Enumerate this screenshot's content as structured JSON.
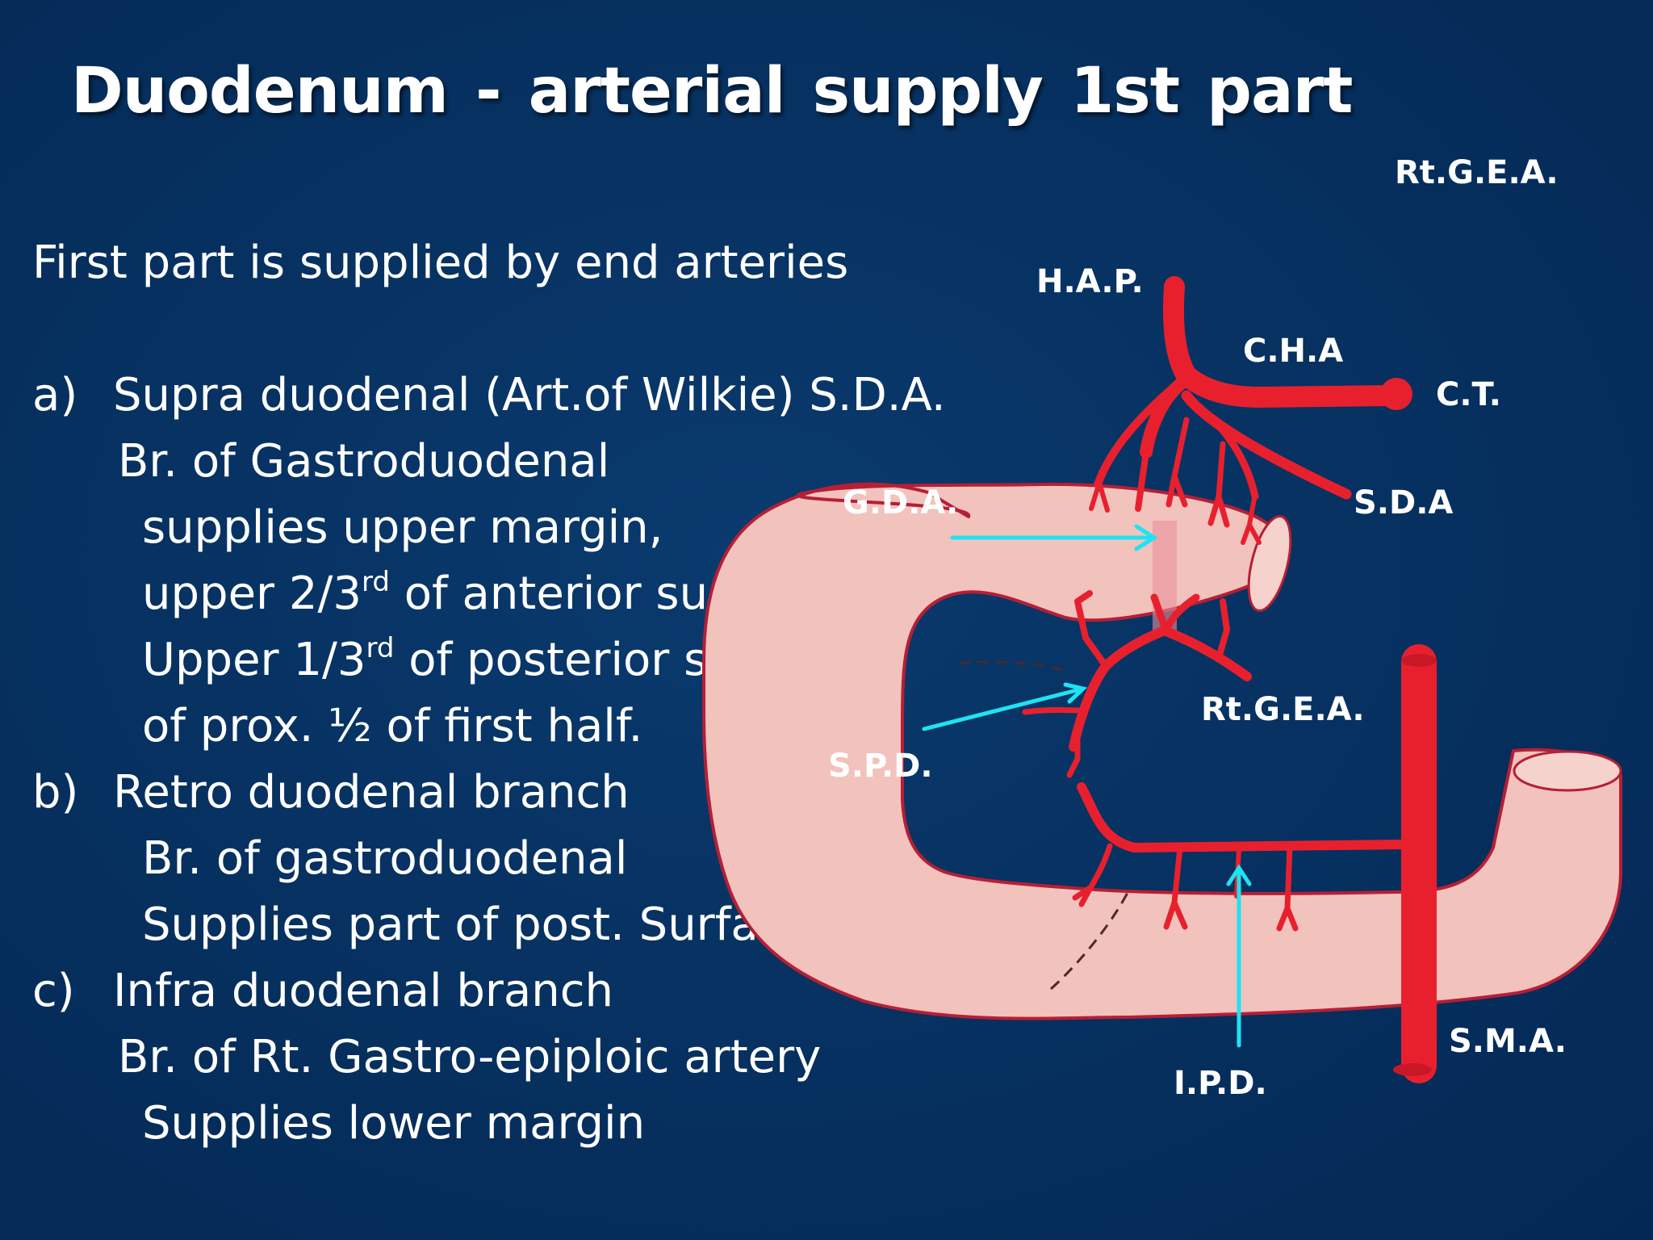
{
  "slide": {
    "title": "Duodenum - arterial  supply  1st  part",
    "intro": "First part is supplied by end arteries",
    "items": [
      {
        "marker": "a)",
        "heading": "Supra duodenal (Art.of Wilkie) S.D.A.",
        "branch_of": "Br. of Gastroduodenal",
        "details": {
          "d1": "supplies upper margin,",
          "d2_pre": "upper 2/3",
          "d2_sup": "rd",
          "d2_post": " of anterior surface",
          "d3_pre": "Upper 1/3",
          "d3_sup": "rd",
          "d3_post": " of posterior surface",
          "d4": "of prox. ½ of first half."
        }
      },
      {
        "marker": "b)",
        "heading": "Retro duodenal branch",
        "branch_of": "Br. of gastroduodenal",
        "detail": "Supplies part of post. Surface"
      },
      {
        "marker": "c)",
        "heading": "Infra duodenal branch",
        "branch_of": "Br. of Rt. Gastro-epiploic artery",
        "detail": "Supplies lower margin"
      }
    ]
  },
  "diagram": {
    "labels": {
      "rtgea_top": "Rt.G.E.A.",
      "hap": "H.A.P.",
      "cha": "C.H.A",
      "ct": "C.T.",
      "gda": "G.D.A.",
      "sda": "S.D.A",
      "rtgea_mid": "Rt.G.E.A.",
      "spd": "S.P.D.",
      "sma": "S.M.A.",
      "ipd": "I.P.D."
    },
    "colors": {
      "background": "#052f5e",
      "duodenum_fill": "#f2c2bd",
      "duodenum_outline": "#b51f35",
      "artery": "#e8202e",
      "arrow": "#1ee3f2"
    }
  }
}
